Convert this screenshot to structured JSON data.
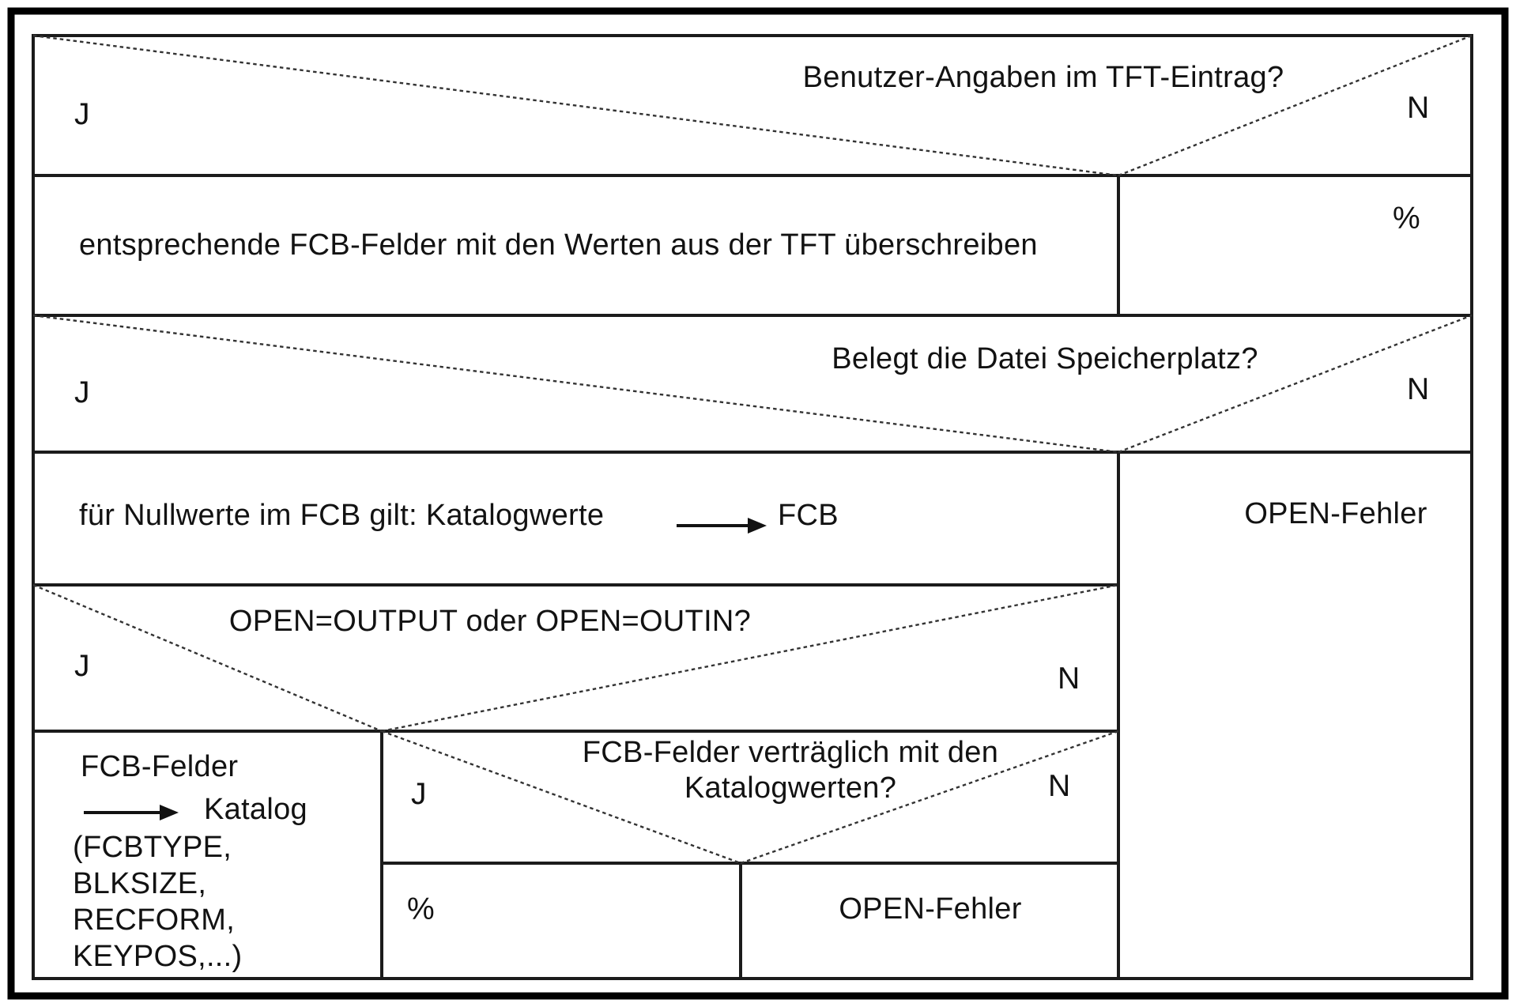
{
  "diagram": {
    "decision_tft": {
      "question": "Benutzer-Angaben im TFT-Eintrag?",
      "yes": "J",
      "no": "N"
    },
    "action_overwrite": {
      "text": "entsprechende FCB-Felder mit den Werten aus der TFT überschreiben"
    },
    "noop_tft": {
      "text": "%"
    },
    "decision_space": {
      "question": "Belegt die Datei Speicherplatz?",
      "yes": "J",
      "no": "N"
    },
    "action_nullvalues": {
      "text": "für Nullwerte im FCB gilt: Katalogwerte",
      "target": "FCB"
    },
    "open_error_column": {
      "text": "OPEN-Fehler"
    },
    "decision_open_mode": {
      "question": "OPEN=OUTPUT oder OPEN=OUTIN?",
      "yes": "J",
      "no": "N"
    },
    "action_fcb_to_catalog": {
      "line1": "FCB-Felder",
      "arrow_target": "Katalog",
      "fields": [
        "(FCBTYPE,",
        "BLKSIZE,",
        "RECFORM,",
        "KEYPOS,...)"
      ]
    },
    "decision_compatible": {
      "question_line1": "FCB-Felder verträglich mit den",
      "question_line2": "Katalogwerten?",
      "yes": "J",
      "no": "N"
    },
    "noop_compatible": {
      "text": "%"
    },
    "open_error_bottom": {
      "text": "OPEN-Fehler"
    },
    "colors": {
      "line": "#1b1b1b",
      "dotted": "#333333",
      "border": "#000000"
    }
  }
}
